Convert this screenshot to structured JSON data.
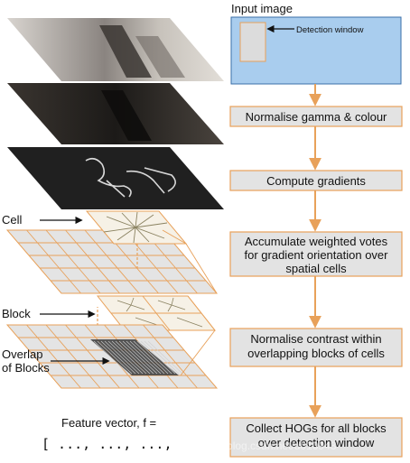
{
  "input_panel": {
    "title": "Input image",
    "detection_label": "Detection window"
  },
  "pipeline_steps": [
    {
      "lines": [
        "Normalise gamma & colour"
      ]
    },
    {
      "lines": [
        "Compute gradients"
      ]
    },
    {
      "lines": [
        "Accumulate weighted votes",
        "for gradient orientation over",
        "spatial cells"
      ]
    },
    {
      "lines": [
        "Normalise contrast within",
        "overlapping blocks of cells"
      ]
    },
    {
      "lines": [
        "Collect HOGs for all blocks",
        "over detection window"
      ]
    }
  ],
  "left_labels": {
    "cell": "Cell",
    "block": "Block",
    "overlap": [
      "Overlap",
      "of Blocks"
    ]
  },
  "feature_vector": {
    "caption": "Feature vector, f =",
    "value": "[ ..., ..., ...,          ...]"
  },
  "watermark": "https://blog.csdn.net/u010943",
  "colors": {
    "box_fill": "#e3e3e3",
    "box_border": "#e8a15a",
    "arrow": "#e8a15a",
    "input_fill": "#a9cdee",
    "window_fill": "#dcdcdc"
  }
}
